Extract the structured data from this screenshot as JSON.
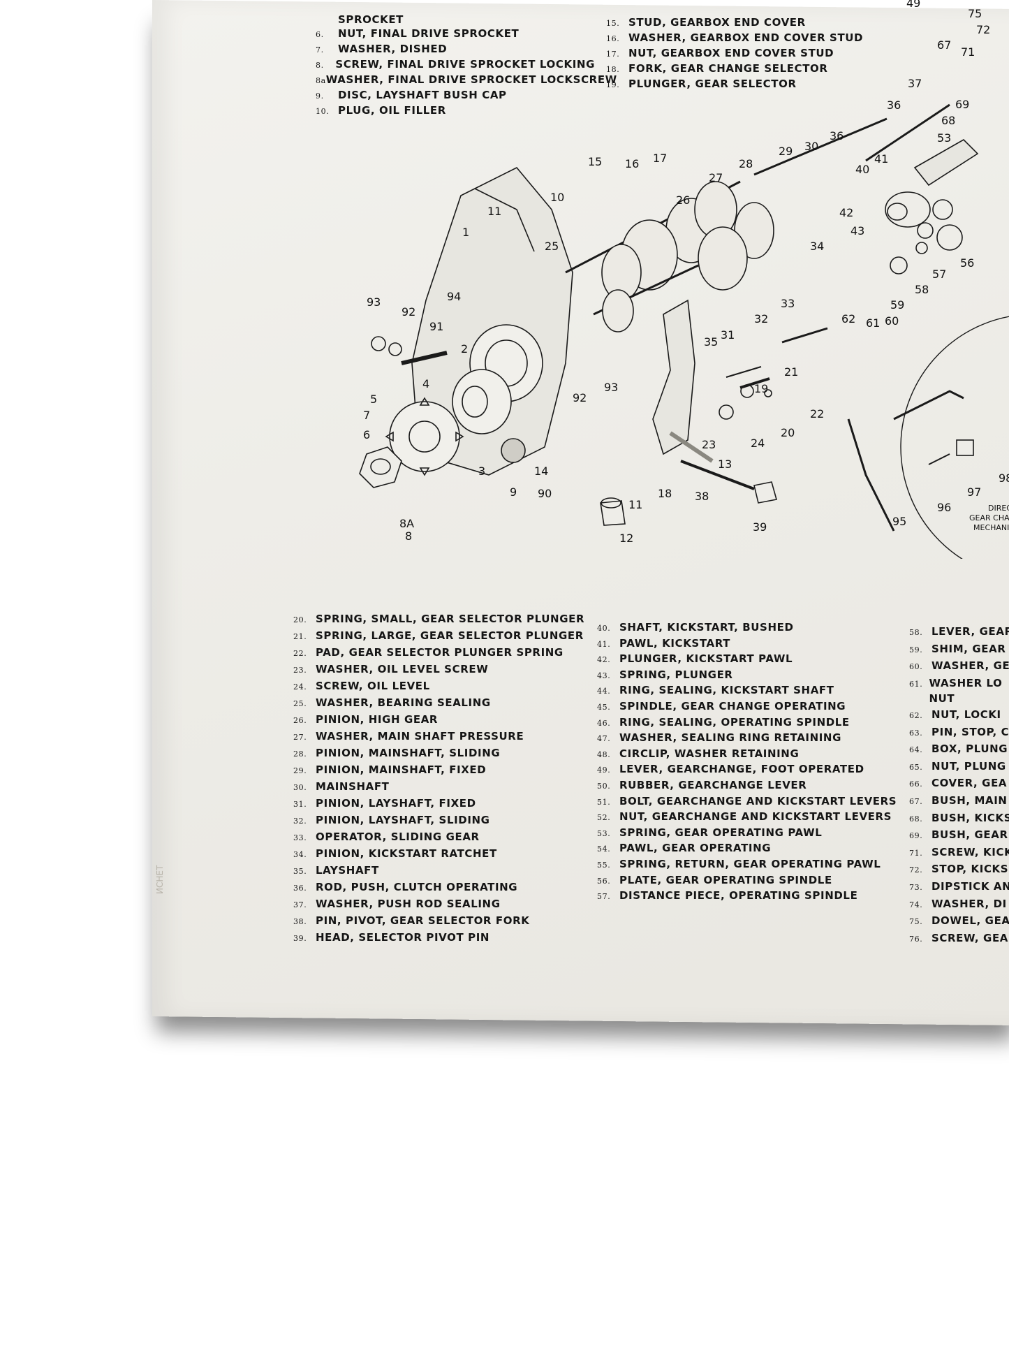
{
  "top_left_list": [
    {
      "num": "",
      "label": "SPROCKET"
    },
    {
      "num": "6.",
      "label": "NUT, FINAL DRIVE SPROCKET"
    },
    {
      "num": "7.",
      "label": "WASHER, DISHED"
    },
    {
      "num": "8.",
      "label": "SCREW, FINAL DRIVE SPROCKET LOCKING"
    },
    {
      "num": "8a",
      "label": "WASHER, FINAL DRIVE SPROCKET LOCKSCREW"
    },
    {
      "num": "9.",
      "label": "DISC, LAYSHAFT BUSH CAP"
    },
    {
      "num": "10.",
      "label": "PLUG, OIL FILLER"
    }
  ],
  "top_mid_list": [
    {
      "num": "15.",
      "label": "STUD, GEARBOX END COVER"
    },
    {
      "num": "16.",
      "label": "WASHER, GEARBOX END COVER STUD"
    },
    {
      "num": "17.",
      "label": "NUT, GEARBOX END COVER STUD"
    },
    {
      "num": "18.",
      "label": "FORK, GEAR CHANGE SELECTOR"
    },
    {
      "num": "19.",
      "label": "PLUNGER, GEAR SELECTOR"
    }
  ],
  "bottom_left_list": [
    {
      "num": "20.",
      "label": "SPRING, SMALL, GEAR SELECTOR PLUNGER"
    },
    {
      "num": "21.",
      "label": "SPRING, LARGE, GEAR SELECTOR PLUNGER"
    },
    {
      "num": "22.",
      "label": "PAD, GEAR SELECTOR PLUNGER SPRING"
    },
    {
      "num": "23.",
      "label": "WASHER, OIL LEVEL SCREW"
    },
    {
      "num": "24.",
      "label": "SCREW, OIL LEVEL"
    },
    {
      "num": "25.",
      "label": "WASHER, BEARING SEALING"
    },
    {
      "num": "26.",
      "label": "PINION, HIGH GEAR"
    },
    {
      "num": "27.",
      "label": "WASHER, MAIN SHAFT PRESSURE"
    },
    {
      "num": "28.",
      "label": "PINION, MAINSHAFT, SLIDING"
    },
    {
      "num": "29.",
      "label": "PINION, MAINSHAFT, FIXED"
    },
    {
      "num": "30.",
      "label": "MAINSHAFT"
    },
    {
      "num": "31.",
      "label": "PINION, LAYSHAFT, FIXED"
    },
    {
      "num": "32.",
      "label": "PINION, LAYSHAFT, SLIDING"
    },
    {
      "num": "33.",
      "label": "OPERATOR, SLIDING GEAR"
    },
    {
      "num": "34.",
      "label": "PINION, KICKSTART RATCHET"
    },
    {
      "num": "35.",
      "label": "LAYSHAFT"
    },
    {
      "num": "36.",
      "label": "ROD, PUSH, CLUTCH OPERATING"
    },
    {
      "num": "37.",
      "label": "WASHER, PUSH ROD SEALING"
    },
    {
      "num": "38.",
      "label": "PIN, PIVOT, GEAR SELECTOR FORK"
    },
    {
      "num": "39.",
      "label": "HEAD, SELECTOR PIVOT PIN"
    }
  ],
  "bottom_mid_list": [
    {
      "num": "40.",
      "label": "SHAFT, KICKSTART, BUSHED"
    },
    {
      "num": "41.",
      "label": "PAWL, KICKSTART"
    },
    {
      "num": "42.",
      "label": "PLUNGER, KICKSTART PAWL"
    },
    {
      "num": "43.",
      "label": "SPRING, PLUNGER"
    },
    {
      "num": "44.",
      "label": "RING, SEALING, KICKSTART SHAFT"
    },
    {
      "num": "45.",
      "label": "SPINDLE, GEAR CHANGE OPERATING"
    },
    {
      "num": "46.",
      "label": "RING, SEALING, OPERATING SPINDLE"
    },
    {
      "num": "47.",
      "label": "WASHER, SEALING RING RETAINING"
    },
    {
      "num": "48.",
      "label": "CIRCLIP, WASHER RETAINING"
    },
    {
      "num": "49.",
      "label": "LEVER, GEARCHANGE, FOOT OPERATED"
    },
    {
      "num": "50.",
      "label": "RUBBER, GEARCHANGE LEVER"
    },
    {
      "num": "51.",
      "label": "BOLT, GEARCHANGE AND KICKSTART LEVERS"
    },
    {
      "num": "52.",
      "label": "NUT, GEARCHANGE AND KICKSTART LEVERS"
    },
    {
      "num": "53.",
      "label": "SPRING, GEAR OPERATING PAWL"
    },
    {
      "num": "54.",
      "label": "PAWL, GEAR OPERATING"
    },
    {
      "num": "55.",
      "label": "SPRING, RETURN, GEAR OPERATING PAWL"
    },
    {
      "num": "56.",
      "label": "PLATE, GEAR OPERATING SPINDLE"
    },
    {
      "num": "57.",
      "label": "DISTANCE PIECE, OPERATING SPINDLE"
    }
  ],
  "bottom_right_list": [
    {
      "num": "58.",
      "label": "LEVER, GEAR"
    },
    {
      "num": "59.",
      "label": "SHIM, GEAR"
    },
    {
      "num": "60.",
      "label": "WASHER, GE"
    },
    {
      "num": "61.",
      "label": "WASHER LO NUT"
    },
    {
      "num": "62.",
      "label": "NUT, LOCKI"
    },
    {
      "num": "63.",
      "label": "PIN, STOP, C"
    },
    {
      "num": "64.",
      "label": "BOX, PLUNG"
    },
    {
      "num": "65.",
      "label": "NUT, PLUNG"
    },
    {
      "num": "66.",
      "label": "COVER, GEA"
    },
    {
      "num": "67.",
      "label": "BUSH, MAIN"
    },
    {
      "num": "68.",
      "label": "BUSH, KICKS"
    },
    {
      "num": "69.",
      "label": "BUSH, GEAR"
    },
    {
      "num": "71.",
      "label": "SCREW, KICK"
    },
    {
      "num": "72.",
      "label": "STOP, KICKS"
    },
    {
      "num": "73.",
      "label": "DIPSTICK AN"
    },
    {
      "num": "74.",
      "label": "WASHER, DI"
    },
    {
      "num": "75.",
      "label": "DOWEL, GEA"
    },
    {
      "num": "76.",
      "label": "SCREW, GEA"
    }
  ],
  "diagram": {
    "callouts": [
      "1",
      "2",
      "3",
      "4",
      "5",
      "6",
      "7",
      "8",
      "8A",
      "9",
      "10",
      "11",
      "11",
      "12",
      "13",
      "14",
      "15",
      "16",
      "17",
      "18",
      "19",
      "20",
      "21",
      "22",
      "23",
      "24",
      "25",
      "26",
      "27",
      "28",
      "29",
      "30",
      "31",
      "32",
      "33",
      "34",
      "35",
      "36",
      "36",
      "37",
      "38",
      "39",
      "40",
      "41",
      "42",
      "43",
      "49",
      "53",
      "56",
      "57",
      "58",
      "59",
      "60",
      "61",
      "62",
      "67",
      "68",
      "69",
      "71",
      "72",
      "75",
      "90",
      "91",
      "92",
      "92",
      "93",
      "93",
      "94",
      "95",
      "96",
      "97",
      "98"
    ],
    "inset_label": "DIRECT GEAR CHANG MECHANISM"
  },
  "edge_text": "ИCHEТ"
}
